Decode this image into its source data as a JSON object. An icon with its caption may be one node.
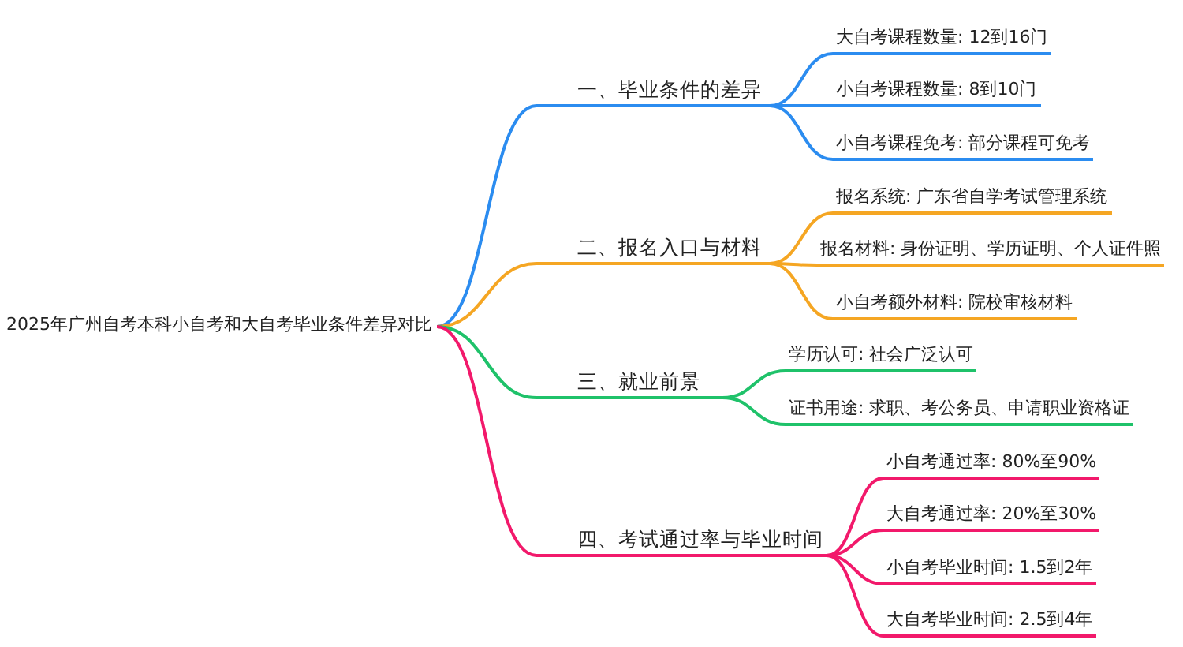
{
  "diagram": {
    "nodes": [
      {
        "text": [
          "2025年广州自考本科小自考和大自考毕业条件差异对比"
        ]
      },
      {
        "text": [
          "一、毕业条件的差异"
        ]
      },
      {
        "text": [
          "大自考课程数量: 12到16门"
        ]
      },
      {
        "text": [
          "小自考课程数量: 8到10门"
        ]
      },
      {
        "text": [
          "小自考课程免考: 部分课程可免考"
        ]
      },
      {
        "text": [
          "二、报名入口与材料"
        ]
      },
      {
        "text": [
          "报名系统: 广东省自学考试管理系统"
        ]
      },
      {
        "text": [
          "报名材料: 身份证明、学历证明、个人证件照"
        ]
      },
      {
        "text": [
          "小自考额外材料: 院校审核材料"
        ]
      },
      {
        "text": [
          "三、就业前景"
        ]
      },
      {
        "text": [
          "学历认可: 社会广泛认可"
        ]
      },
      {
        "text": [
          "证书用途: 求职、考公务员、申请职业资格证"
        ]
      },
      {
        "text": [
          "四、考试通过率与毕业时间"
        ]
      },
      {
        "text": [
          "小自考通过率: 80%至90%"
        ]
      },
      {
        "text": [
          "大自考通过率: 20%至30%"
        ]
      },
      {
        "text": [
          "小自考毕业时间: 1.5到2年"
        ]
      },
      {
        "text": [
          "大自考毕业时间: 2.5到4年"
        ]
      }
    ],
    "edges": [
      {
        "from": 0,
        "to": 1,
        "arrow": "none",
        "color": "#2b8cf0"
      },
      {
        "from": 1,
        "to": 2,
        "arrow": "none",
        "color": "#2b8cf0"
      },
      {
        "from": 1,
        "to": 3,
        "arrow": "none",
        "color": "#2b8cf0"
      },
      {
        "from": 1,
        "to": 4,
        "arrow": "none",
        "color": "#2b8cf0"
      },
      {
        "from": 0,
        "to": 5,
        "arrow": "none",
        "color": "#f5a623"
      },
      {
        "from": 5,
        "to": 6,
        "arrow": "none",
        "color": "#f5a623"
      },
      {
        "from": 5,
        "to": 7,
        "arrow": "none",
        "color": "#f5a623"
      },
      {
        "from": 5,
        "to": 8,
        "arrow": "none",
        "color": "#f5a623"
      },
      {
        "from": 0,
        "to": 9,
        "arrow": "none",
        "color": "#1fc26a"
      },
      {
        "from": 9,
        "to": 10,
        "arrow": "none",
        "color": "#1fc26a"
      },
      {
        "from": 9,
        "to": 11,
        "arrow": "none",
        "color": "#1fc26a"
      },
      {
        "from": 0,
        "to": 12,
        "arrow": "none",
        "color": "#f2196b"
      },
      {
        "from": 12,
        "to": 13,
        "arrow": "none",
        "color": "#f2196b"
      },
      {
        "from": 12,
        "to": 14,
        "arrow": "none",
        "color": "#f2196b"
      },
      {
        "from": 12,
        "to": 15,
        "arrow": "none",
        "color": "#f2196b"
      },
      {
        "from": 12,
        "to": 16,
        "arrow": "none",
        "color": "#f2196b"
      }
    ]
  }
}
